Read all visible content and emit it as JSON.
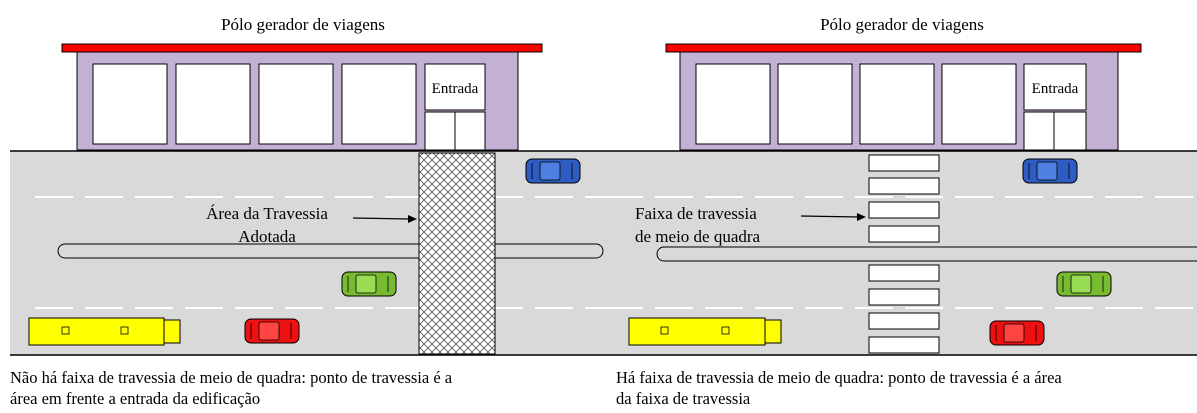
{
  "panels": {
    "left": {
      "building_title": "Pólo gerador de viagens",
      "entrance_label": "Entrada",
      "annotation_line1": "Área da Travessia",
      "annotation_line2": "Adotada",
      "caption_line1": "Não há faixa de travessia de meio de quadra: ponto de travessia é a",
      "caption_line2": "área em frente a entrada da edificação"
    },
    "right": {
      "building_title": "Pólo gerador de viagens",
      "entrance_label": "Entrada",
      "annotation_line1": "Faixa de travessia",
      "annotation_line2": "de meio de quadra",
      "caption_line1": "Há faixa de travessia de meio de quadra: ponto de travessia é a área",
      "caption_line2": "da faixa de travessia"
    }
  },
  "colors": {
    "roof": "#ff0000",
    "building": "#c3b1d3",
    "road": "#d9d9d9",
    "car_blue": "#2f5cc0",
    "car_green": "#77bb33",
    "car_red": "#ee1111",
    "bus": "#ffff00"
  }
}
